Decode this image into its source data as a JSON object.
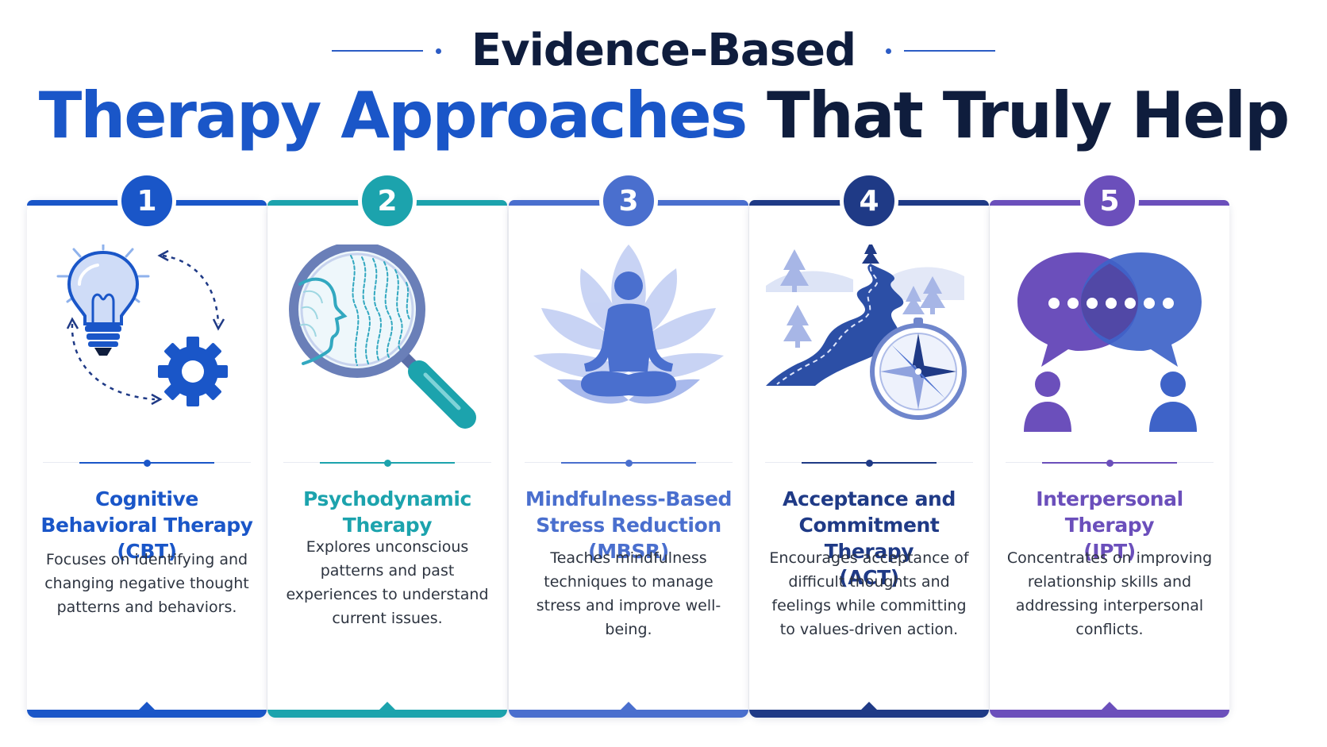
{
  "header": {
    "title_line1": "Evidence-Based",
    "title_line2_accent": "Therapy Approaches",
    "title_line2_dark": "That Truly Help",
    "accent_color": "#1a56c8",
    "dark_color": "#0f1d3d"
  },
  "cards": [
    {
      "number": "1",
      "color": "#1a56c8",
      "icon": "lightbulb-gear-cycle-icon",
      "title_lines": [
        "Cognitive",
        "Behavioral Therapy",
        "(CBT)"
      ],
      "description": "Focuses on identifying and changing negative thought patterns and behaviors."
    },
    {
      "number": "2",
      "color": "#1ca3ad",
      "icon": "magnifier-profile-icon",
      "title_lines": [
        "Psychodynamic",
        "Therapy"
      ],
      "description": "Explores unconscious patterns and past experiences to understand current issues."
    },
    {
      "number": "3",
      "color": "#4a6fce",
      "icon": "meditation-lotus-icon",
      "title_lines": [
        "Mindfulness-Based",
        "Stress Reduction",
        "(MBSR)"
      ],
      "description": "Teaches mindfulness techniques to manage stress and improve well-being."
    },
    {
      "number": "4",
      "color": "#1f3a86",
      "icon": "path-compass-icon",
      "title_lines": [
        "Acceptance and",
        "Commitment Therapy",
        "(ACT)"
      ],
      "description": "Encourages acceptance of difficult thoughts and feelings while committing to values-driven action."
    },
    {
      "number": "5",
      "color": "#6b4fbb",
      "icon": "speech-bubbles-people-icon",
      "title_lines": [
        "Interpersonal",
        "Therapy",
        "(IPT)"
      ],
      "description": "Concentrates on improving relationship skills and addressing interpersonal conflicts."
    }
  ]
}
